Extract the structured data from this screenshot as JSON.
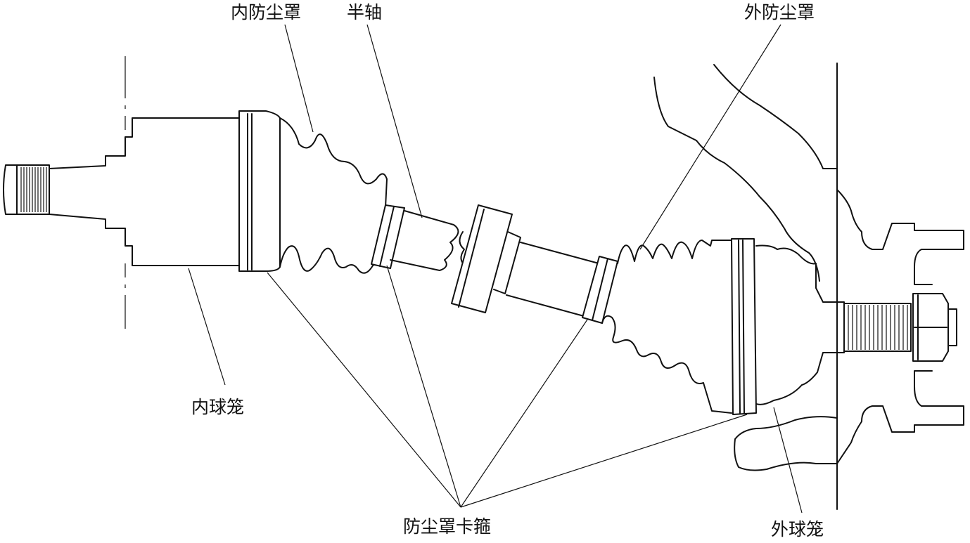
{
  "labels": {
    "inner_boot": "内防尘罩",
    "half_shaft": "半轴",
    "outer_boot": "外防尘罩",
    "inner_cv_joint": "内球笼",
    "boot_clamp": "防尘罩卡箍",
    "outer_cv_joint": "外球笼"
  }
}
